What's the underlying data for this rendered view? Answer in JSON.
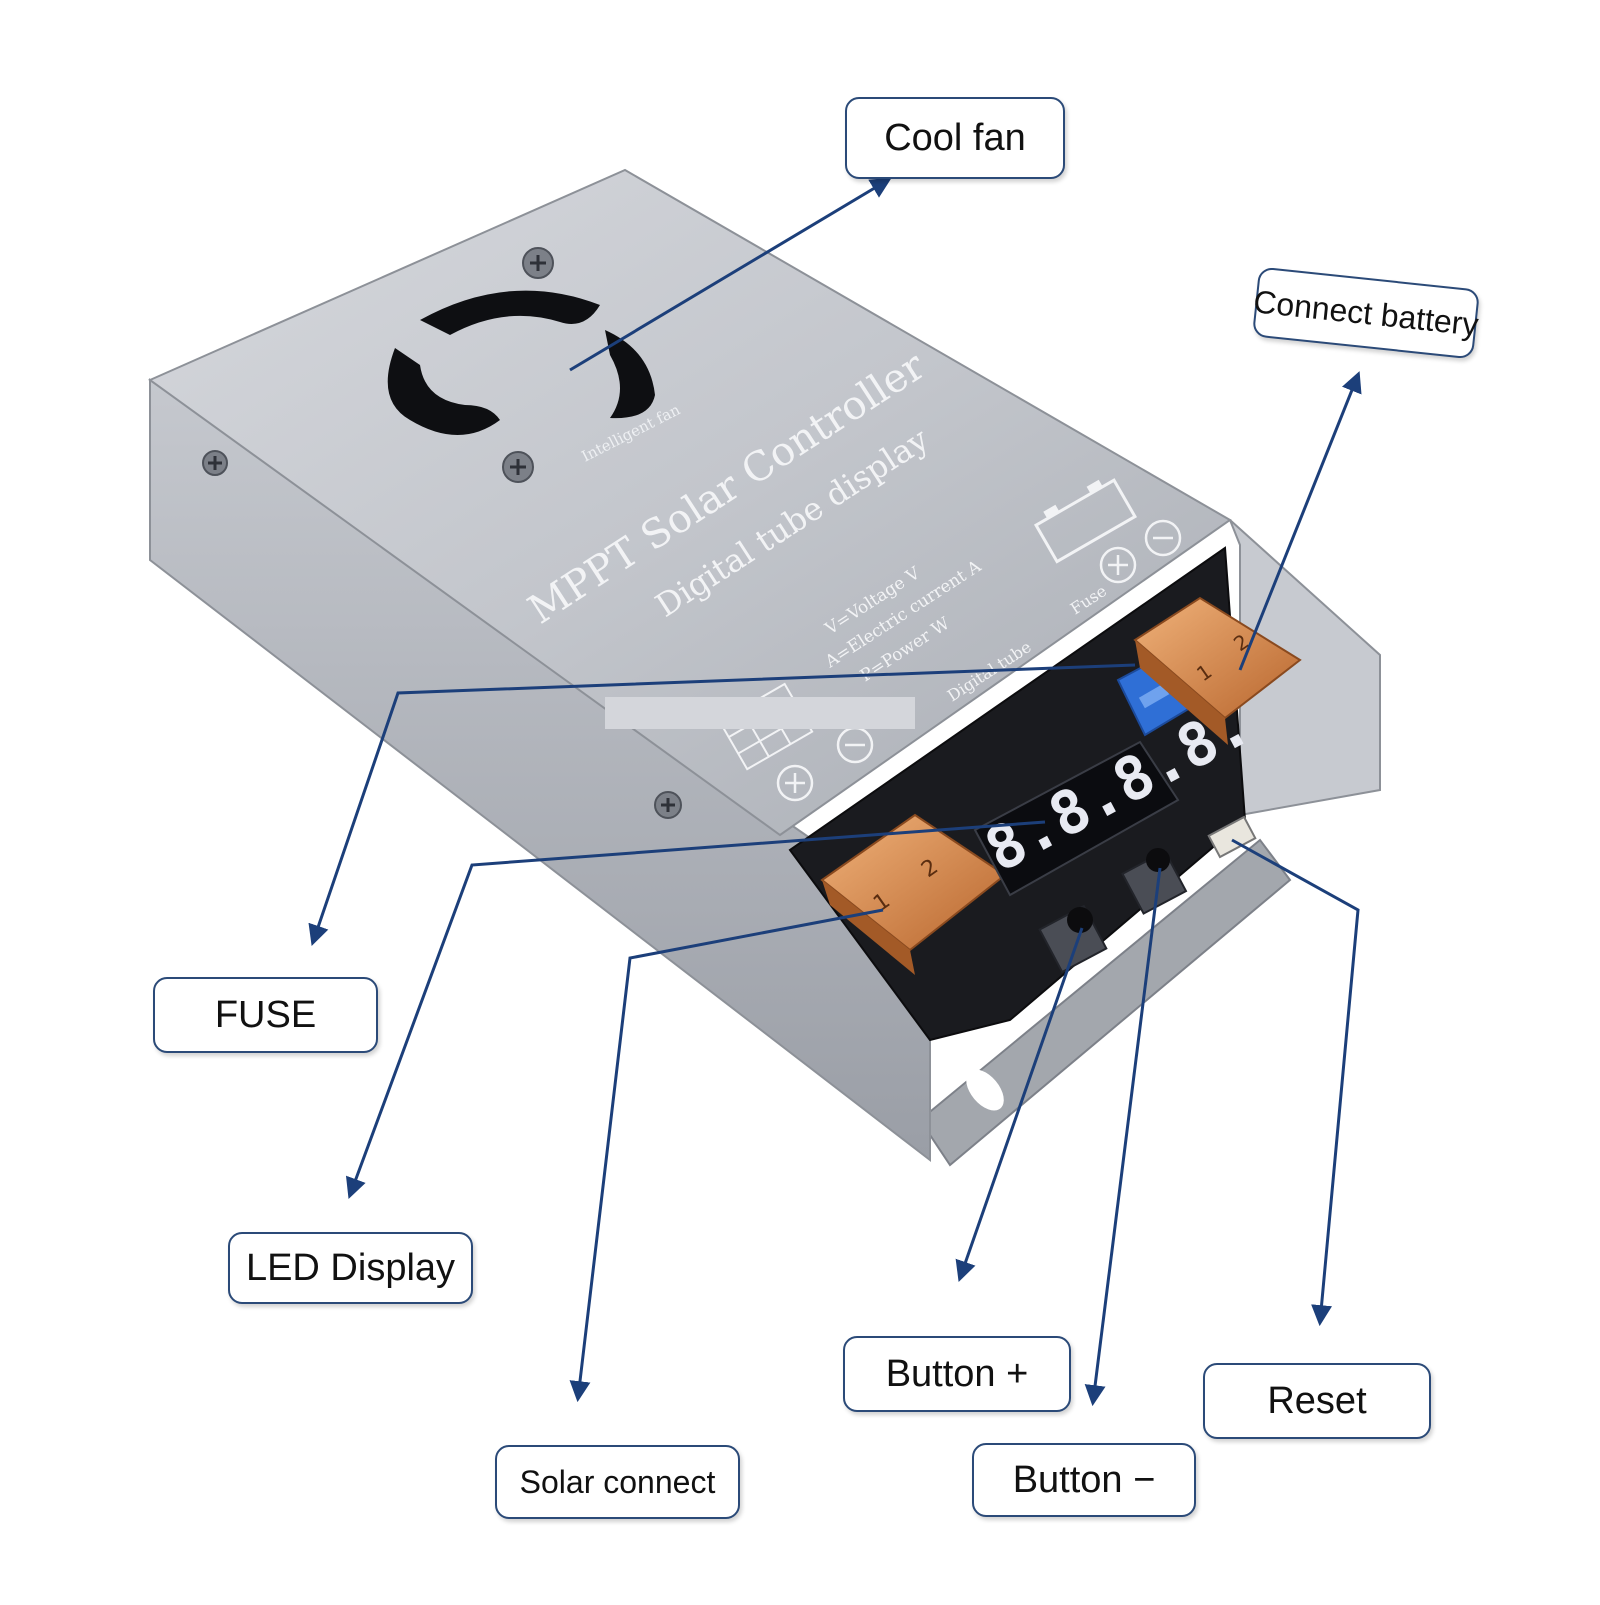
{
  "callouts": {
    "cool_fan": "Cool fan",
    "connect_battery": "Connect battery",
    "fuse": "FUSE",
    "led_display": "LED Display",
    "button_plus": "Button +",
    "reset": "Reset",
    "button_minus": "Button −",
    "solar_connect": "Solar connect"
  },
  "device": {
    "title_line1": "MPPT  Solar  Controller",
    "title_line2": "Digital tube display",
    "fan_label": "Intelligent fan",
    "legend_v": "V=Voltage V",
    "legend_a": "A=Electric current A",
    "legend_p": "P=Power W",
    "digital_tube": "Digital tube",
    "fuse_label": "Fuse",
    "display_digits": "8.8.8.8.",
    "terminal_1": "1",
    "terminal_2": "2"
  },
  "colors": {
    "arrow": "#1c3f7a",
    "callout_border": "#2b4a78",
    "case": "#b9bcc2",
    "terminal": "#d2884a",
    "fuse": "#2f6fd6",
    "display_segments": "#e8eaf2"
  }
}
